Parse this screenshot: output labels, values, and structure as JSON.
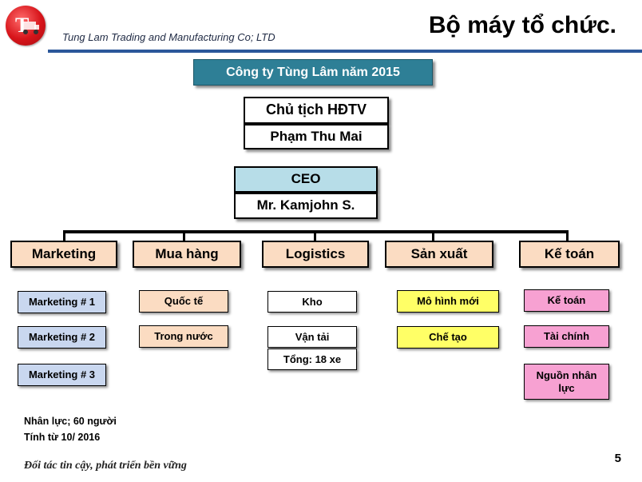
{
  "header": {
    "company_name": "Tung Lam Trading and Manufacturing Co; LTD",
    "slide_title": "Bộ máy tổ chức.",
    "logo_letter": "T",
    "brand_color": "#d7141a",
    "rule_color": "#2b579a"
  },
  "org": {
    "banner": "Công ty Tùng Lâm năm 2015",
    "chair_title": "Chủ tịch HĐTV",
    "chair_name": "Phạm Thu Mai",
    "ceo_title": "CEO",
    "ceo_name": "Mr. Kamjohn  S.",
    "departments": [
      {
        "label": "Marketing",
        "subs": [
          "Marketing # 1",
          "Marketing # 2",
          "Marketing # 3"
        ],
        "color": "#c9d7ef"
      },
      {
        "label": "Mua hàng",
        "subs": [
          "Quốc tế",
          "Trong nước"
        ],
        "color": "#fbdcc2"
      },
      {
        "label": "Logistics",
        "subs": [
          "Kho",
          "Vận tải",
          "Tổng: 18 xe"
        ],
        "color": "#ffffff"
      },
      {
        "label": "Sản xuất",
        "subs": [
          "Mô hình mới",
          "Chế tạo"
        ],
        "color": "#ffff66"
      },
      {
        "label": "Kế toán",
        "subs": [
          "Kế toán",
          "Tài chính",
          "Nguồn nhân lực"
        ],
        "color": "#f7a1d2"
      }
    ]
  },
  "notes": {
    "staff": "Nhân lực;  60  người",
    "since": "Tính từ 10/ 2016"
  },
  "footer": {
    "slogan": "Đối tác tin cậy, phát triển bền vững",
    "page_number": "5"
  }
}
